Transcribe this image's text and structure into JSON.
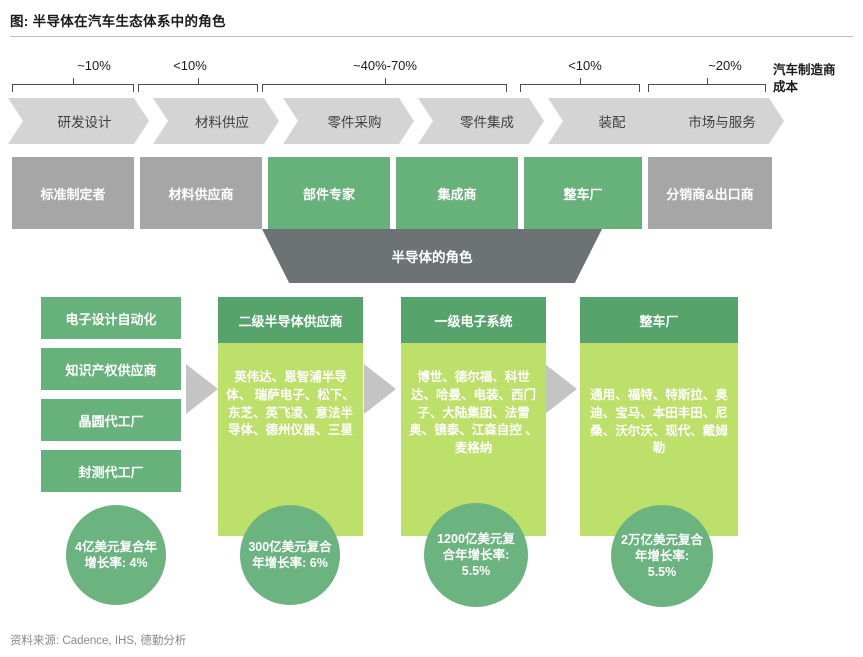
{
  "title": "图: 半导体在汽车生态体系中的角色",
  "maker_cost_label": "汽车制造商\n成本",
  "value_chain": {
    "percent_groups": [
      {
        "label": "~10%"
      },
      {
        "label": "<10%"
      },
      {
        "label": "~40%-70%"
      },
      {
        "label": "<10%"
      },
      {
        "label": "~20%"
      }
    ],
    "stages": [
      {
        "label": "研发设计"
      },
      {
        "label": "材料供应"
      },
      {
        "label": "零件采购"
      },
      {
        "label": "零件集成"
      },
      {
        "label": "装配"
      },
      {
        "label": "市场与服务"
      }
    ]
  },
  "roles": [
    {
      "label": "标准制定者",
      "color": "#a6a6a6",
      "highlight": false
    },
    {
      "label": "材料供应商",
      "color": "#a6a6a6",
      "highlight": false
    },
    {
      "label": "部件专家",
      "color": "#66b27a",
      "highlight": true
    },
    {
      "label": "集成商",
      "color": "#66b27a",
      "highlight": true
    },
    {
      "label": "整车厂",
      "color": "#66b27a",
      "highlight": true
    },
    {
      "label": "分销商&出口商",
      "color": "#a6a6a6",
      "highlight": false
    }
  ],
  "semiconductor_role_banner": "半导体的角色",
  "first_column_boxes": [
    {
      "label": "电子设计自动化"
    },
    {
      "label": "知识产权供应商"
    },
    {
      "label": "晶圆代工厂"
    },
    {
      "label": "封测代工厂"
    }
  ],
  "columns": [
    {
      "header": "二级半导体供应商",
      "companies": "英伟达、恩智浦半导体、 瑞萨电子、松下、东芝、英飞凌、意法半导体、德州仪器、三星"
    },
    {
      "header": "一级电子系统",
      "companies": "博世、德尔福、科世达、哈曼、电装、西门子、大陆集团、法雷奥、镜泰、江森自控 、麦格纳"
    },
    {
      "header": "整车厂",
      "companies": "通用、福特、特斯拉、奥迪、宝马、本田丰田、尼桑、沃尔沃、现代、戴姆勒"
    }
  ],
  "metrics": [
    {
      "text": "4亿美元复合年增长率: 4%"
    },
    {
      "text": "300亿美元复合年增长率: 6%"
    },
    {
      "text": "1200亿美元复合年增长率: 5.5%"
    },
    {
      "text": "2万亿美元复合年增长率: 5.5%"
    }
  ],
  "source": "资料来源: Cadence, IHS, 德勤分析",
  "colors": {
    "green": "#66b27a",
    "dark_green": "#56a36c",
    "light_green": "#bde06b",
    "gray": "#a6a6a6",
    "chevron_gray": "#d4d4d4",
    "banner_gray": "#6d7275",
    "arrow_gray": "#c4c4c4"
  }
}
